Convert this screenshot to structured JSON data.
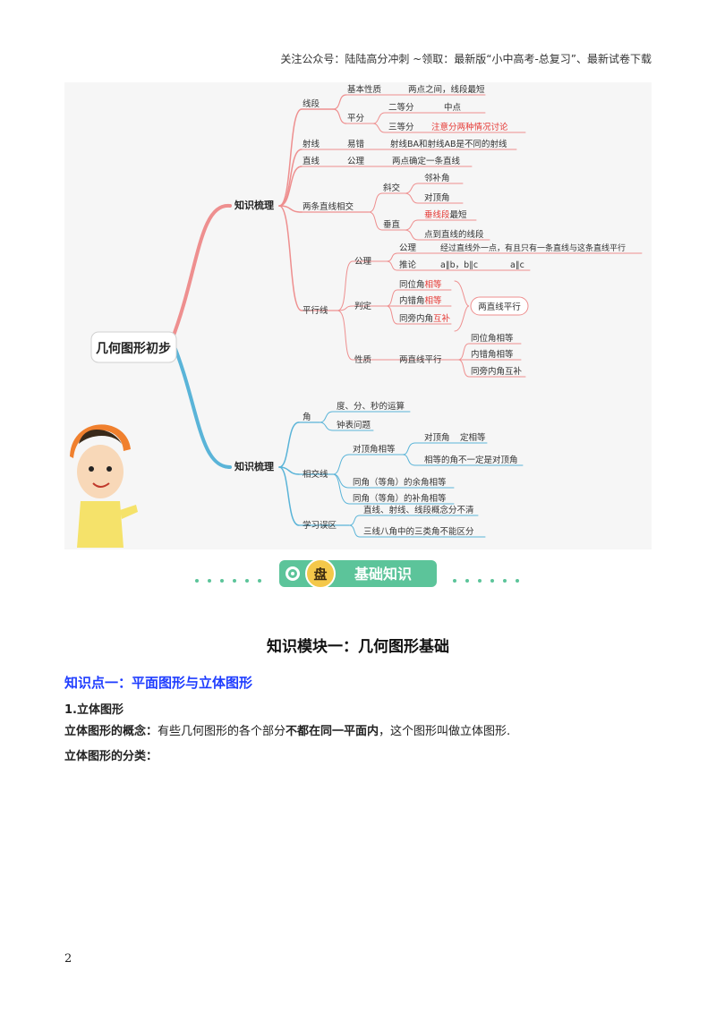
{
  "header": {
    "text": "关注公众号：陆陆高分冲刺  ~领取：最新版“小中高考-总复习”、最新试卷下载"
  },
  "mindmap": {
    "root": "几何图形初步",
    "branch_top": "知识梳理",
    "branch_bottom": "知识梳理",
    "t": {
      "xianduan": "线段",
      "jiben": "基本性质",
      "jiben_v": "两点之间，线段最短",
      "pingfen": "平分",
      "erdeng": "二等分",
      "zhongdian": "中点",
      "sandeng": "三等分",
      "sandeng_v": "注意分两种情况讨论",
      "shexian": "射线",
      "duandian": "易错",
      "shexian_v": "射线BA和射线AB是不同的射线",
      "zhixian": "直线",
      "gongli": "公理",
      "zhixian_v": "两点确定一条直线",
      "xiangjiao": "两条直线相交",
      "xiejiao": "斜交",
      "linbu": "邻补角",
      "duiding": "对顶角",
      "chuizhi": "垂直",
      "chuixian_red": "垂线段",
      "chuixian_rest": "最短",
      "dian": "点到直线的线段",
      "pingxing": "平行线",
      "gongli2": "公理",
      "gongli2_v": "经过直线外一点，有且只有一条直线与这条直线平行",
      "tuilun": "推论",
      "tuilun_v1": "a∥b，b∥c",
      "tuilun_v2": "a∥c",
      "panding": "判定",
      "tongwei_a": "同位角",
      "tongwei_b": "相等",
      "neicuo_a": "内错角",
      "neicuo_b": "相等",
      "tongpang_a": "同旁内角",
      "tongpang_b": "互补",
      "liangzhi": "两直线平行",
      "xingzhi": "性质",
      "liangzhi2": "两直线平行",
      "x1": "同位角相等",
      "x2": "内错角相等",
      "x3": "同旁内角互补",
      "jiao": "角",
      "dufen": "度、分、秒的运算",
      "zhongbiao": "钟表问题",
      "xiangjiaoxian": "相交线",
      "duidingxd": "对顶角相等",
      "ddj": "对顶角",
      "dingxd": "定相等",
      "xdbuyiding": "相等的角不一定是对顶角",
      "yujiao": "同角（等角）的余角相等",
      "bujiao": "同角（等角）的补角相等",
      "wuqu": "学习误区",
      "wq1": "直线、射线、线段概念分不清",
      "wq2": "三线八角中的三类角不能区分"
    }
  },
  "banner": {
    "icon": "盘",
    "label": "基础知识"
  },
  "content": {
    "module_title": "知识模块一：几何图形基础",
    "point_title": "知识点一：平面图形与立体图形",
    "sub_heading": "1.立体图形",
    "concept_label": "立体图形的概念：",
    "concept_text1": "有些几何图形的各个部分",
    "concept_bold": "不都在同一平面内",
    "concept_text2": "，这个图形叫做立体图形.",
    "classify_label": "立体图形的分类："
  },
  "page_number": "2",
  "colors": {
    "red_branch": "#ee8f8f",
    "blue_branch": "#5ab4d8",
    "keyword_red": "#e53935",
    "heading_blue": "#1f3dff",
    "banner_green": "#5cc49a"
  }
}
